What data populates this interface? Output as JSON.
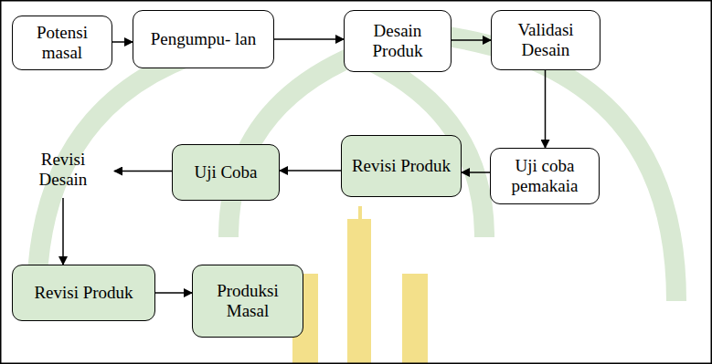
{
  "diagram": {
    "nodes": [
      {
        "text": [
          "Potensi masal"
        ]
      },
      {
        "text": [
          "Pengumpu- lan"
        ]
      },
      {
        "text": [
          "Desain Produk"
        ]
      },
      {
        "text": [
          "Validasi Desain"
        ]
      },
      {
        "text": [
          "Uji coba pemakaia"
        ]
      },
      {
        "text": [
          "Revisi Produk"
        ]
      },
      {
        "text": [
          "Uji Coba"
        ]
      },
      {
        "text": [
          "Revisi Desain"
        ]
      },
      {
        "text": [
          "Revisi Produk"
        ]
      },
      {
        "text": [
          "Produksi Masal"
        ]
      }
    ],
    "edges": [
      {
        "from": 0,
        "to": 1,
        "arrow": "to"
      },
      {
        "from": 1,
        "to": 2,
        "arrow": "to"
      },
      {
        "from": 2,
        "to": 3,
        "arrow": "to"
      },
      {
        "from": 3,
        "to": 4,
        "arrow": "to"
      },
      {
        "from": 4,
        "to": 5,
        "arrow": "to"
      },
      {
        "from": 5,
        "to": 6,
        "arrow": "to"
      },
      {
        "from": 6,
        "to": 7,
        "arrow": "to"
      },
      {
        "from": 7,
        "to": 8,
        "arrow": "to"
      },
      {
        "from": 8,
        "to": 9,
        "arrow": "to"
      }
    ]
  }
}
